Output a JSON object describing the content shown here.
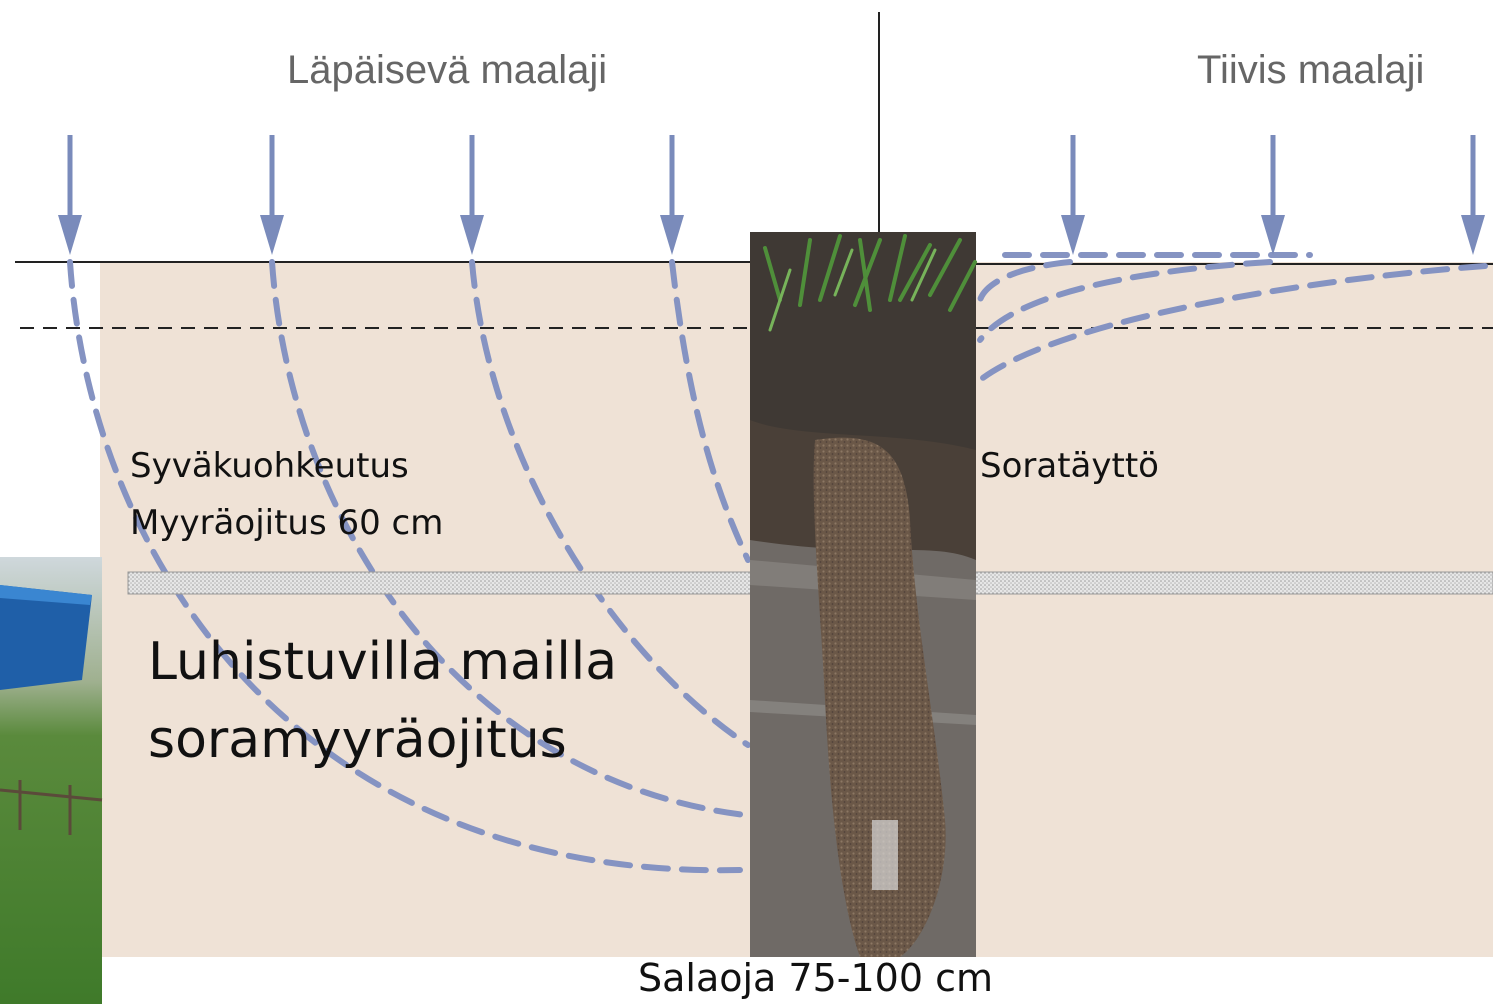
{
  "headings": {
    "left": "Läpäisevä maalaji",
    "right": "Tiivis maalaji"
  },
  "labels": {
    "deep_loosening": "Syväkuohkeutus",
    "mole_drainage": "Myyräojitus 60 cm",
    "gravel_fill": "Soratäyttö",
    "subsurface_drain": "Salaoja 75-100 cm",
    "main_line1": "Luhistuvilla mailla",
    "main_line2": "soramyyräojitus"
  },
  "colors": {
    "soil": "#efe2d6",
    "arrow": "#7a8bbb",
    "flow": "#8593c2",
    "line": "#222222",
    "pipe": "#cfcfcf",
    "trench_soil": "#4a4038",
    "gravel": "#6e5c4e"
  },
  "icons": [
    "arrow-down-icon",
    "grass-photo-icon",
    "field-machine-photo-icon"
  ]
}
